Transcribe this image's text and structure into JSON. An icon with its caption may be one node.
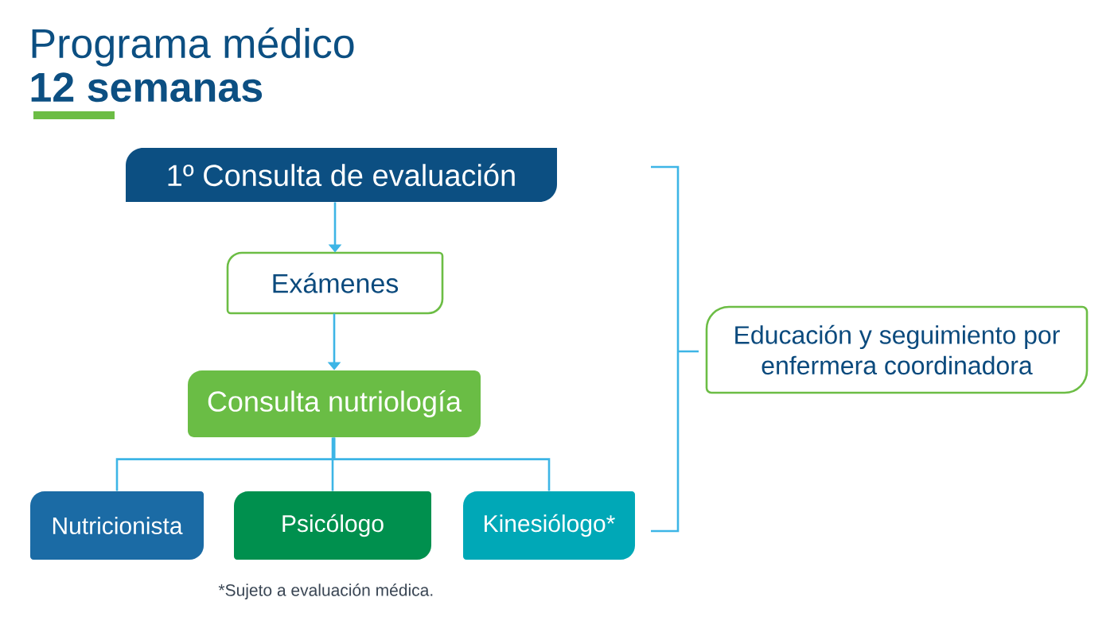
{
  "diagram": {
    "title": "Programa médico **12 semanas**",
    "nodes": [
      {
        "text": [
          "1º Consulta de evaluación"
        ]
      },
      {
        "text": [
          "Exámenes"
        ]
      },
      {
        "text": [
          "Consulta nutriología"
        ]
      },
      {
        "text": [
          "Nutricionista"
        ]
      },
      {
        "text": [
          "Psicólogo"
        ]
      },
      {
        "text": [
          "Kinesiólogo*"
        ]
      },
      {
        "text": [
          "Educación y seguimiento por enfermera coordinadora"
        ]
      }
    ],
    "edges": [
      {
        "from": 0,
        "to": 1,
        "arrow": "to"
      },
      {
        "from": 1,
        "to": 2,
        "arrow": "to"
      },
      {
        "from": 2,
        "to": 3,
        "arrow": "none"
      },
      {
        "from": 2,
        "to": 4,
        "arrow": "none"
      },
      {
        "from": 2,
        "to": 5,
        "arrow": "none"
      }
    ],
    "labels": [
      "*Sujeto a evaluación médica."
    ]
  }
}
